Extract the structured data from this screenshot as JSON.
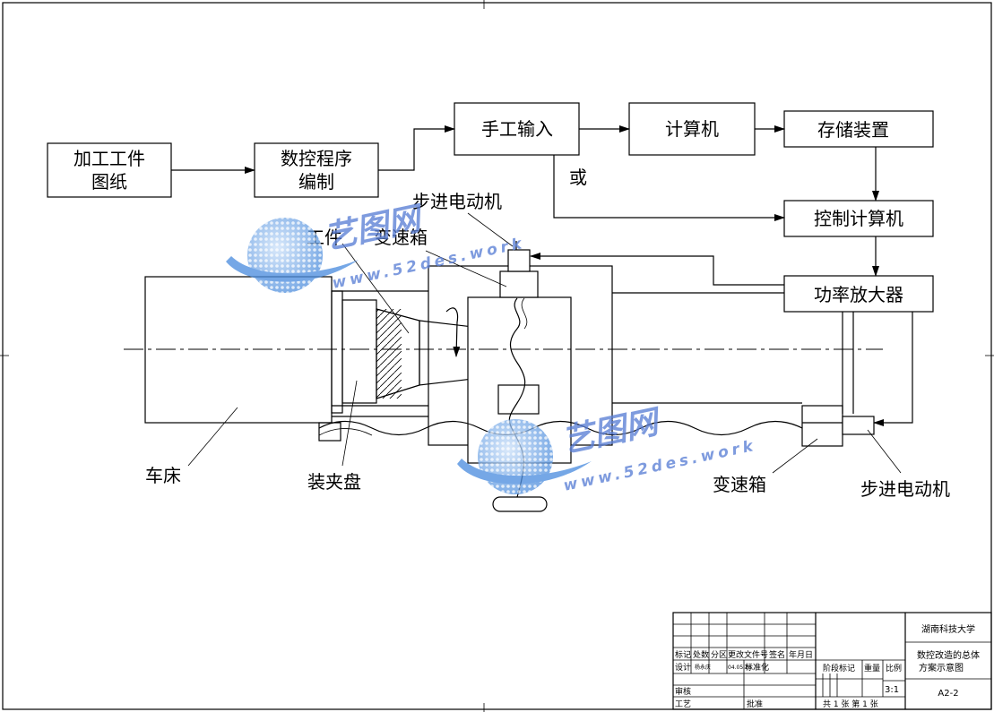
{
  "blocks": {
    "drawing": "加工工件\n图纸",
    "nc_program": "数控程序\n编制",
    "manual_input": "手工输入",
    "computer": "计算机",
    "storage": "存储装置",
    "control_computer": "控制计算机",
    "power_amp": "功率放大器"
  },
  "labels": {
    "or": "或",
    "stepper_top": "步进电动机",
    "workpiece": "工件",
    "gearbox_top": "变速箱",
    "lathe": "车床",
    "chuck": "装夹盘",
    "gearbox_bottom": "变速箱",
    "stepper_bottom": "步进电动机"
  },
  "watermark": {
    "cn": "艺图网",
    "url": "www.52des.work"
  },
  "title_block": {
    "school": "湖南科技大学",
    "title_line1": "数控改造的总体",
    "title_line2": "方案示意图",
    "drawing_no": "A2-2",
    "scale": "3:1",
    "headers": [
      "标记",
      "处数",
      "分区",
      "更改文件号",
      "签名",
      "年月日"
    ],
    "design": "设计",
    "designer": "杨永庆",
    "date": "04.05.26",
    "standard": "标准化",
    "stage_mark": "阶段标记",
    "weight": "重量",
    "ratio": "比例",
    "review": "审核",
    "process": "工艺",
    "approve": "批准",
    "sheets": "共 1 张 第 1 张"
  }
}
